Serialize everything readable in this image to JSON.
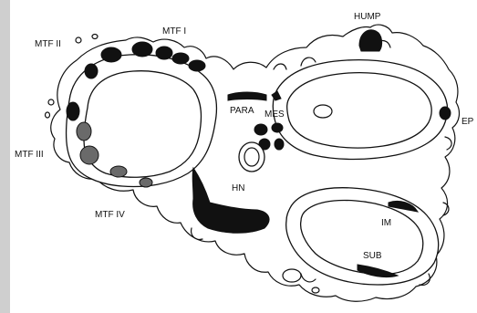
{
  "labels": {
    "hump": "HUMP",
    "mtf1": "MTF I",
    "mtf2": "MTF II",
    "mtf3": "MTF III",
    "mtf4": "MTF IV",
    "para": "PARA",
    "mes": "MES",
    "hn": "HN",
    "ep": "EP",
    "im": "IM",
    "sub": "SUB"
  },
  "colors": {
    "background": "#ffffff",
    "ink": "#111111",
    "gray_fill": "#6a6a6a",
    "left_margin": "#cfcfcf"
  }
}
